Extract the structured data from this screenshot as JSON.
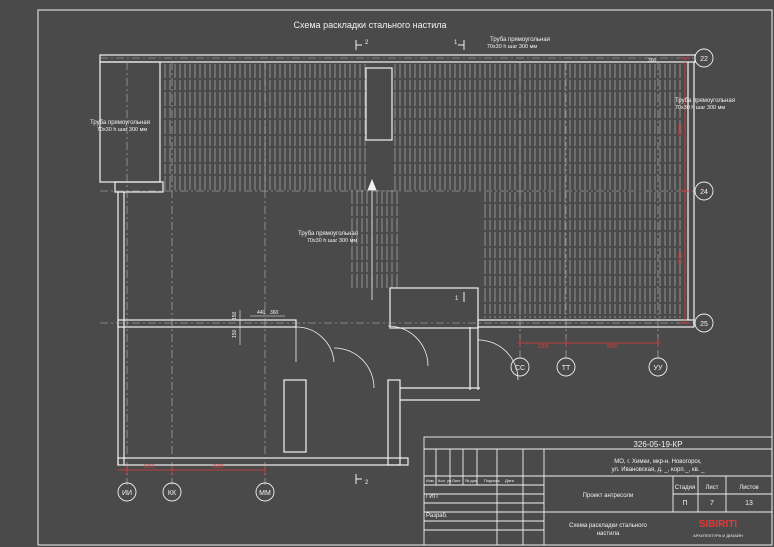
{
  "title": "Схема раскладки стального настила",
  "section_marks": {
    "top_left": "2",
    "top_right": "1",
    "bottom": "2",
    "mid": "1"
  },
  "annotations": {
    "top_line1": "Труба прямоугольная",
    "top_line2": "70x30 h шаг 300 мм",
    "left_line1": "Труба прямоугольная",
    "left_line2": "70x30 h шаг 300 мм",
    "right_line1": "Труба прямоугольная",
    "right_line2": "70x30 h шаг 300 мм",
    "center_line1": "Труба прямоугольная",
    "center_line2": "70x30 h шаг 300 мм"
  },
  "dims": {
    "right_upper": "2800",
    "right_lower": "3600",
    "bottom_left1": "1200",
    "bottom_left2": "2600",
    "mid_right1": "1200",
    "mid_right2": "2550",
    "small_440": "440",
    "small_360": "360",
    "small_150a": "150",
    "small_150b": "150",
    "corner": "300"
  },
  "axes": {
    "a22": "22",
    "a24": "24",
    "a25": "25",
    "aSS": "СС",
    "aTT": "ТТ",
    "aUU": "УУ",
    "aII": "ИИ",
    "aKK": "КК",
    "aMM": "ММ"
  },
  "title_block": {
    "code": "326-05-19-КР",
    "address1": "МО, г. Химки, мкр-н. Новогорск,",
    "address2": "ул. Ивановская, д. _, корп._, кв. _",
    "headers": [
      "Изм.",
      "Кол. уч.",
      "Лист",
      "№ док.",
      "Подпись",
      "Дата"
    ],
    "gip": "ГИП",
    "razrab": "Разраб.",
    "project": "Проект антресоли",
    "sheet_title1": "Схема раскладки стального",
    "sheet_title2": "настила",
    "stage_h": "Стадия",
    "list_h": "Лист",
    "lists_h": "Листов",
    "stage": "П",
    "list": "7",
    "lists": "13",
    "logo": "SIBIRITI",
    "logo_sub": "АРХИТЕКТУРА И ДИЗАЙН"
  }
}
